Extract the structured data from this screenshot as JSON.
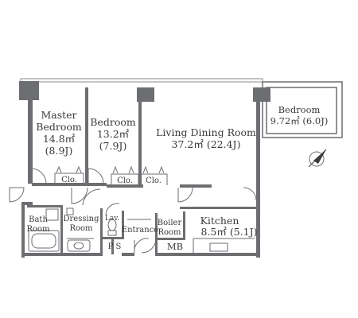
{
  "rooms": {
    "master_bedroom": {
      "name_line1": "Master",
      "name_line2": "Bedroom",
      "area_sqm": "14.8㎡",
      "area_jo": "(8.9J)"
    },
    "bedroom_2": {
      "name": "Bedroom",
      "area_sqm": "13.2㎡",
      "area_jo": "(7.9J)"
    },
    "living_dining": {
      "name": "Living Dining Room",
      "area": "37.2㎡ (22.4J)"
    },
    "bedroom_3": {
      "name": "Bedroom",
      "area": "9.72㎡ (6.0J)"
    },
    "kitchen": {
      "name": "Kitchen",
      "area": "8.5㎡ (5.1J)"
    },
    "bath": {
      "name_line1": "Bath",
      "name_line2": "Room"
    },
    "dressing": {
      "name_line1": "Dressing",
      "name_line2": "Room"
    },
    "lav": {
      "name": "Lav."
    },
    "ps": {
      "name": "P S"
    },
    "entrance": {
      "name": "Entrance"
    },
    "boiler": {
      "name_line1": "Boiler",
      "name_line2": "Room"
    },
    "mb": {
      "name": "MB"
    }
  },
  "closets": {
    "closet_1": "Clo.",
    "closet_2": "Clo.",
    "closet_3": "Clo."
  },
  "compass": {
    "icon": "north-arrow-icon"
  }
}
